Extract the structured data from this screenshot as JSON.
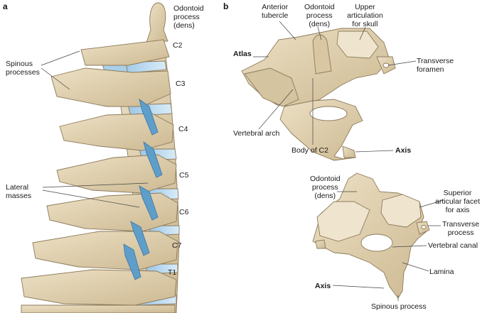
{
  "panels": {
    "a": "a",
    "b": "b"
  },
  "panel_a": {
    "odontoid": [
      "Odontoid",
      "process",
      "(dens)"
    ],
    "spinous": [
      "Spinous",
      "processes"
    ],
    "lateral": [
      "Lateral",
      "masses"
    ],
    "levels": [
      "C2",
      "C3",
      "C4",
      "C5",
      "C6",
      "C7",
      "T1"
    ]
  },
  "panel_b_top": {
    "anterior": [
      "Anterior",
      "tubercle"
    ],
    "odontoid": [
      "Odontoid",
      "process",
      "(dens)"
    ],
    "upper_art": [
      "Upper",
      "articulation",
      "for skull"
    ],
    "atlas": "Atlas",
    "transverse_foramen": [
      "Transverse",
      "foramen"
    ],
    "vertebral_arch": "Vertebral arch",
    "body_c2": "Body of C2",
    "axis": "Axis"
  },
  "panel_b_bottom": {
    "odontoid": [
      "Odontoid",
      "process",
      "(dens)"
    ],
    "superior_facet": [
      "Superior",
      "articular facet",
      "for axis"
    ],
    "transverse_process": [
      "Transverse",
      "process"
    ],
    "vertebral_canal": "Vertebral canal",
    "lamina": "Lamina",
    "axis": "Axis",
    "spinous": "Spinous process"
  },
  "colors": {
    "bone": "#e0d2b4",
    "bone_dark": "#c2ad86",
    "outline": "#8c7a5a",
    "disc": "#b9d8ee",
    "nerve": "#5f9ec9",
    "leader": "#444444"
  }
}
